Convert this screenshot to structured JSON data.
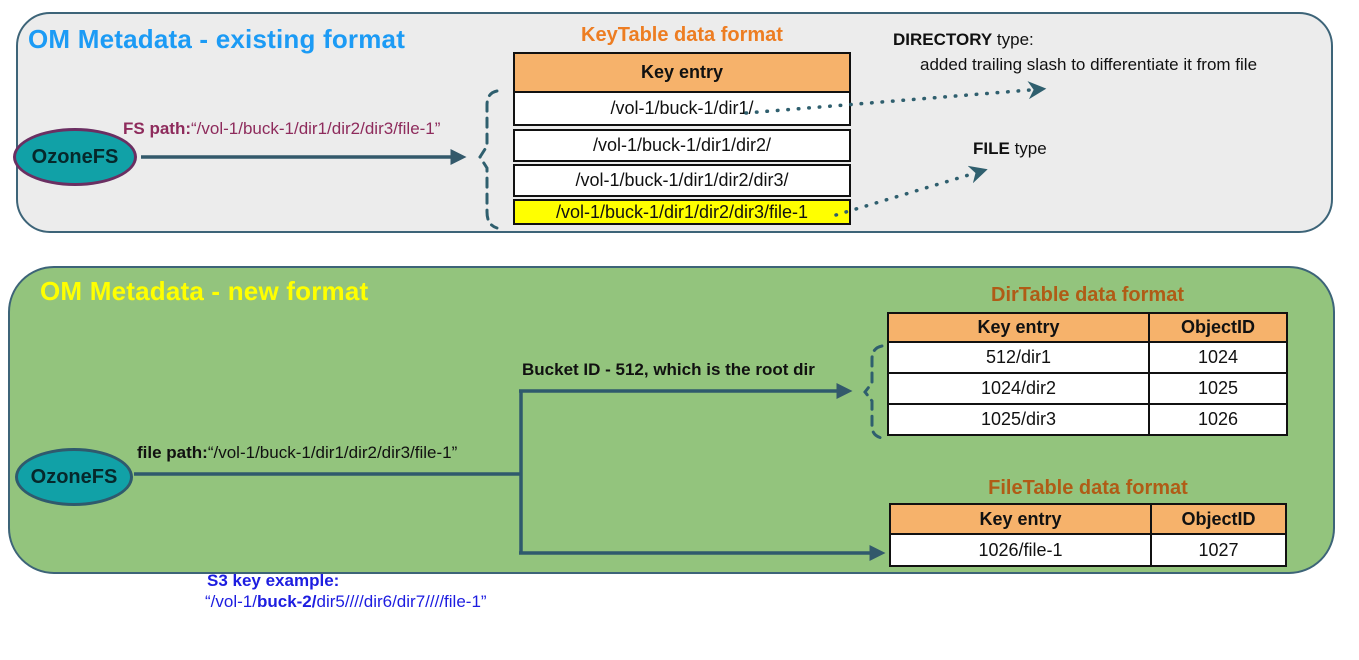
{
  "existing_panel": {
    "title": "OM Metadata - existing format",
    "node_label": "OzoneFS",
    "fs_path_label": "FS path:",
    "fs_path_value": "“/vol-1/buck-1/dir1/dir2/dir3/file-1”",
    "keytable": {
      "title": "KeyTable data format",
      "header": "Key entry",
      "rows": [
        "/vol-1/buck-1/dir1/",
        "/vol-1/buck-1/dir1/dir2/",
        "/vol-1/buck-1/dir1/dir2/dir3/",
        "/vol-1/buck-1/dir1/dir2/dir3/file-1"
      ]
    },
    "directory_note_bold": "DIRECTORY",
    "directory_note_rest": " type:",
    "directory_note_line2": "added trailing slash to differentiate it from file",
    "file_note_bold": "FILE",
    "file_note_rest": " type"
  },
  "new_panel": {
    "title": "OM Metadata - new format",
    "node_label": "OzoneFS",
    "file_path_label": "file path:",
    "file_path_value": "“/vol-1/buck-1/dir1/dir2/dir3/file-1”",
    "bucket_note": "Bucket ID - 512, which is the root dir",
    "dirtable": {
      "title": "DirTable data format",
      "col1": "Key entry",
      "col2": "ObjectID",
      "rows": [
        [
          "512/dir1",
          "1024"
        ],
        [
          "1024/dir2",
          "1025"
        ],
        [
          "1025/dir3",
          "1026"
        ]
      ]
    },
    "filetable": {
      "title": "FileTable data format",
      "col1": "Key entry",
      "col2": "ObjectID",
      "rows": [
        [
          "1026/file-1",
          "1027"
        ]
      ]
    }
  },
  "s3_note": {
    "label": "S3 key example:",
    "value_prefix": "“/vol-1/",
    "value_bold": "buck-2/",
    "value_suffix": "dir5////dir6/dir7////file-1”"
  },
  "colors": {
    "existing_title_blue": "#1c9bf5",
    "new_title_yellow": "#ffff00",
    "panel_gray": "#ececec",
    "panel_green": "#93c47d",
    "keytable_title_orange": "#ed7d22",
    "dirtable_title_brown": "#b05c16",
    "table_header_orange": "#f6b26b",
    "highlight_yellow": "#ffff00",
    "node_teal": "#11a1a7",
    "connector_slate": "#33596b",
    "maroon_path": "#8e2b5c",
    "s3_blue": "#1d1de0"
  }
}
